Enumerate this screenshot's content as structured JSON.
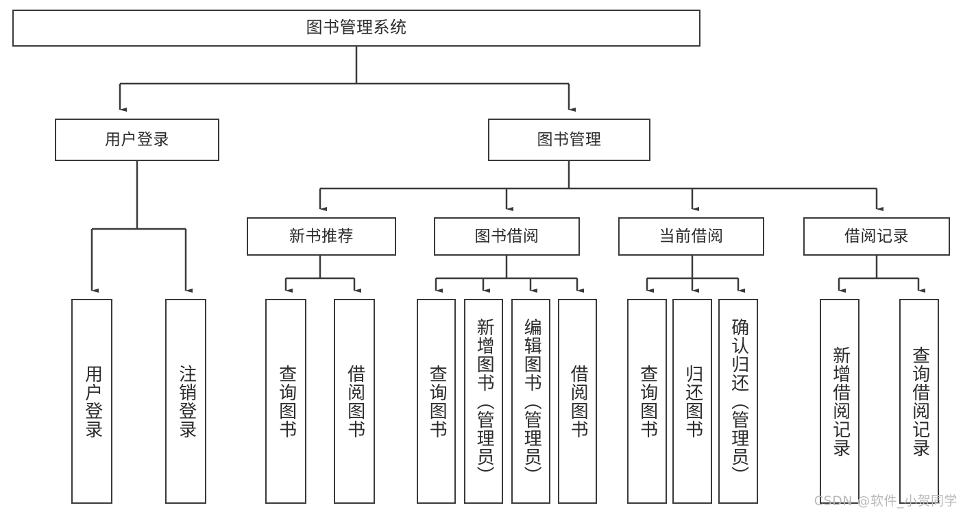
{
  "diagram": {
    "title": "图书管理系统",
    "type": "tree-hierarchy",
    "stroke_color": "#3a3a3a",
    "text_color": "#2b2b2b",
    "background_color": "#ffffff",
    "nodes": {
      "root": {
        "label": "图书管理系统"
      },
      "level2": [
        {
          "label": "用户登录"
        },
        {
          "label": "图书管理"
        }
      ],
      "level3": [
        {
          "label": "新书推荐"
        },
        {
          "label": "图书借阅"
        },
        {
          "label": "当前借阅"
        },
        {
          "label": "借阅记录"
        }
      ],
      "leaves": {
        "user_login": [
          {
            "label": "用户登录"
          },
          {
            "label": "注销登录"
          }
        ],
        "new_book_recommend": [
          {
            "label": "查询图书"
          },
          {
            "label": "借阅图书"
          }
        ],
        "book_borrow": [
          {
            "label": "查询图书"
          },
          {
            "label": "新增图书（管理员）"
          },
          {
            "label": "编辑图书（管理员）"
          },
          {
            "label": "借阅图书"
          }
        ],
        "current_borrow": [
          {
            "label": "查询图书"
          },
          {
            "label": "归还图书"
          },
          {
            "label": "确认归还（管理员）"
          }
        ],
        "borrow_record": [
          {
            "label": "新增借阅记录"
          },
          {
            "label": "查询借阅记录"
          }
        ]
      }
    },
    "watermark": "CSDN @软件_小贺同学"
  }
}
